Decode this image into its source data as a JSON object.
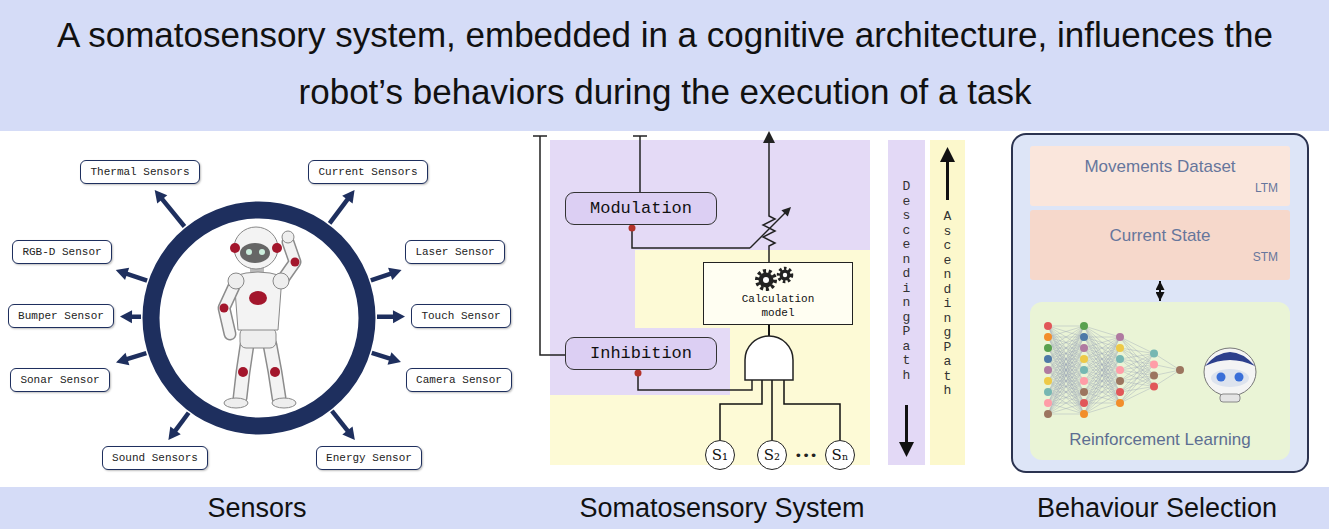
{
  "diagram": {
    "title": "A somatosensory system, embedded in a cognitive architecture, influences the robot’s behaviors during the execution of a task",
    "nodes": [
      {
        "text": [
          "Thermal Sensors"
        ]
      },
      {
        "text": [
          "Current Sensors"
        ]
      },
      {
        "text": [
          "RGB-D Sensor"
        ]
      },
      {
        "text": [
          "Laser Sensor"
        ]
      },
      {
        "text": [
          "Bumper Sensor"
        ]
      },
      {
        "text": [
          "Touch Sensor"
        ]
      },
      {
        "text": [
          "Sonar Sensor"
        ]
      },
      {
        "text": [
          "Camera Sensor"
        ]
      },
      {
        "text": [
          "Sound Sensors"
        ]
      },
      {
        "text": [
          "Energy Sensor"
        ]
      },
      {
        "text": [
          "Modulation"
        ]
      },
      {
        "text": [
          "Calculation model"
        ]
      },
      {
        "text": [
          "Inhibition"
        ]
      },
      {
        "text": [
          "S₁"
        ]
      },
      {
        "text": [
          "S₂"
        ]
      },
      {
        "text": [
          "Sₙ"
        ]
      },
      {
        "text": [
          "Descending Path"
        ]
      },
      {
        "text": [
          "Ascending Path"
        ]
      },
      {
        "text": [
          "Movements Dataset",
          "LTM"
        ]
      },
      {
        "text": [
          "Current State",
          "STM"
        ]
      },
      {
        "text": [
          "Reinforcement Learning"
        ]
      }
    ],
    "edges": [
      {
        "from": 13,
        "to": 11,
        "arrow": "none"
      },
      {
        "from": 14,
        "to": 11,
        "arrow": "none"
      },
      {
        "from": 15,
        "to": 11,
        "arrow": "none"
      },
      {
        "from": 19,
        "to": 20,
        "arrow": "both"
      }
    ],
    "labels": [
      "•••",
      "Sensors",
      "Somatosensory System",
      "Behaviour Selection"
    ]
  }
}
